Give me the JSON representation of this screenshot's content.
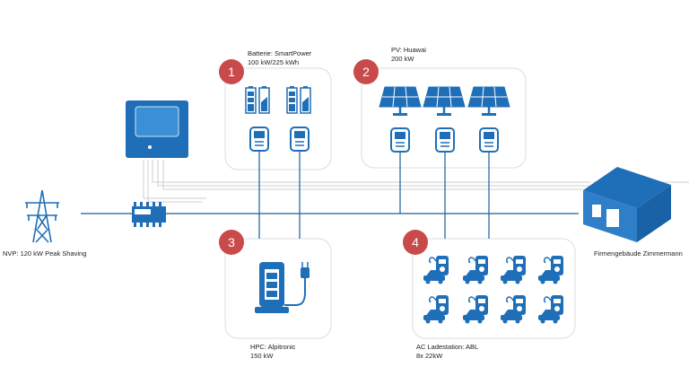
{
  "nodes": {
    "battery": {
      "number": "1",
      "title": "Batterie: SmartPower",
      "subtitle": "100 kW/225 kWh"
    },
    "pv": {
      "number": "2",
      "title": "PV: Huawai",
      "subtitle": "200 kW"
    },
    "hpc": {
      "number": "3",
      "title": "HPC: Alpitronic",
      "subtitle": "150 kW"
    },
    "ac": {
      "number": "4",
      "title": "AC Ladestation: ABL",
      "subtitle": "8x 22kW"
    },
    "grid": {
      "title": "NVP: 120 kW Peak Shaving"
    },
    "building": {
      "title": "Firmengebäude Zimmermann"
    }
  },
  "colors": {
    "accent_blue": "#1f6fb8",
    "badge_red": "#c94a4b",
    "line_dark": "#1d5d9a",
    "line_light": "#cfcfcf",
    "box_border": "#dcdcdc"
  },
  "icons": [
    "pylon-icon",
    "energy-manager-icon",
    "meter-icon",
    "battery-icon",
    "solar-panel-icon",
    "hpc-charger-icon",
    "wallbox-icon",
    "factory-icon"
  ]
}
